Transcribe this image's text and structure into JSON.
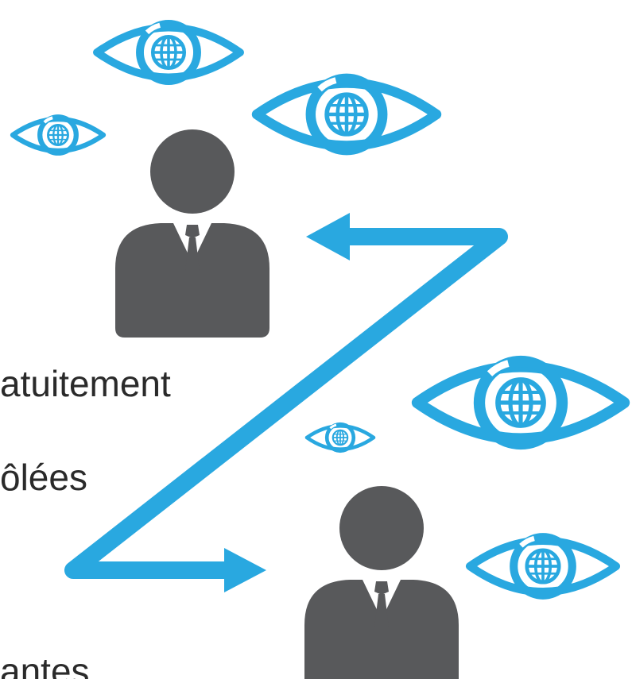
{
  "text_fragments": {
    "line1": "atuitement",
    "line2": "ôlées",
    "line3": "antes"
  },
  "colors": {
    "accent_blue": "#29a8e0",
    "person_gray": "#58595b",
    "text": "#2a2a2a",
    "background": "#ffffff"
  },
  "icons": {
    "eye": "eye-globe-icon",
    "person": "businessman-icon",
    "arrow": "z-arrow-icon"
  }
}
